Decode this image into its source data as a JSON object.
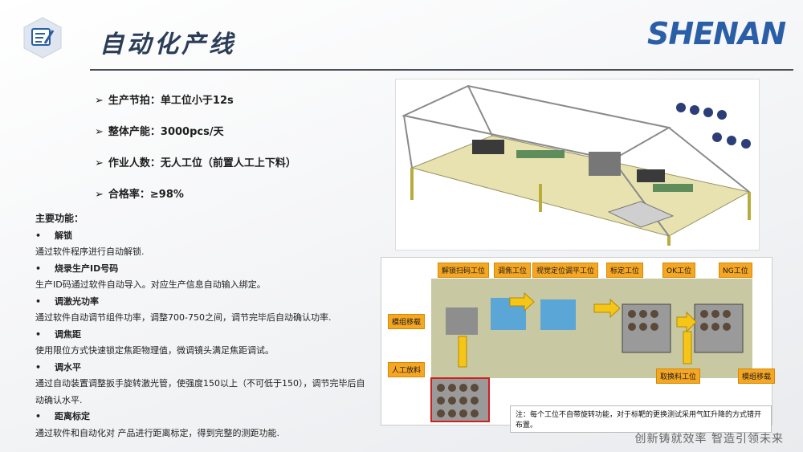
{
  "header": {
    "title": "自动化产线",
    "brand": "SHENAN"
  },
  "specs": [
    {
      "label": "生产节拍：单工位小于12s"
    },
    {
      "label": "整体产能：3000pcs/天"
    },
    {
      "label": "作业人数：无人工位（前置人工上下料）"
    },
    {
      "label": "合格率：≥98%"
    }
  ],
  "features": {
    "heading": "主要功能：",
    "items": [
      {
        "bullet": "•",
        "title": "解锁",
        "desc": "通过软件程序进行自动解锁."
      },
      {
        "bullet": "•",
        "title": "烧录生产ID号码",
        "desc": "生产ID码通过软件自动导入。对应生产信息自动输入绑定。"
      },
      {
        "bullet": "•",
        "title": "调激光功率",
        "desc": "通过软件自动调节组件功率，调整700-750之间，调节完毕后自动确认功率."
      },
      {
        "bullet": "•",
        "title": "调焦距",
        "desc": "使用限位方式快速锁定焦距物理值，微调镜头满足焦距调试。"
      },
      {
        "bullet": "•",
        "title": "调水平",
        "desc": "通过自动装置调整扳手旋转激光管，使强度150以上（不可低于150），调节完毕后自动确认水平."
      },
      {
        "bullet": "•",
        "title": "距离标定",
        "desc": "通过软件和自动化对 产品进行距离标定，得到完整的测距功能."
      }
    ]
  },
  "diagram": {
    "stations": [
      "解锁扫码工位",
      "调焦工位",
      "视觉定位调平工位",
      "标定工位",
      "OK工位",
      "NG工位"
    ],
    "side_labels": {
      "module_move_left": "模组移载",
      "manual_loading": "人工放料",
      "pick_place": "取换料工位",
      "module_move_right": "模组移载"
    },
    "note": "注：每个工位不自带旋转功能，对于标靶的更换测试采用气缸升降的方式错开布置。"
  },
  "footer": {
    "slogan": "创新铸就效率  智造引领未来"
  },
  "colors": {
    "accent": "#2a5fa7",
    "title": "#2b3d57",
    "tag": "#f5a623",
    "frame": "#c9c07a"
  }
}
